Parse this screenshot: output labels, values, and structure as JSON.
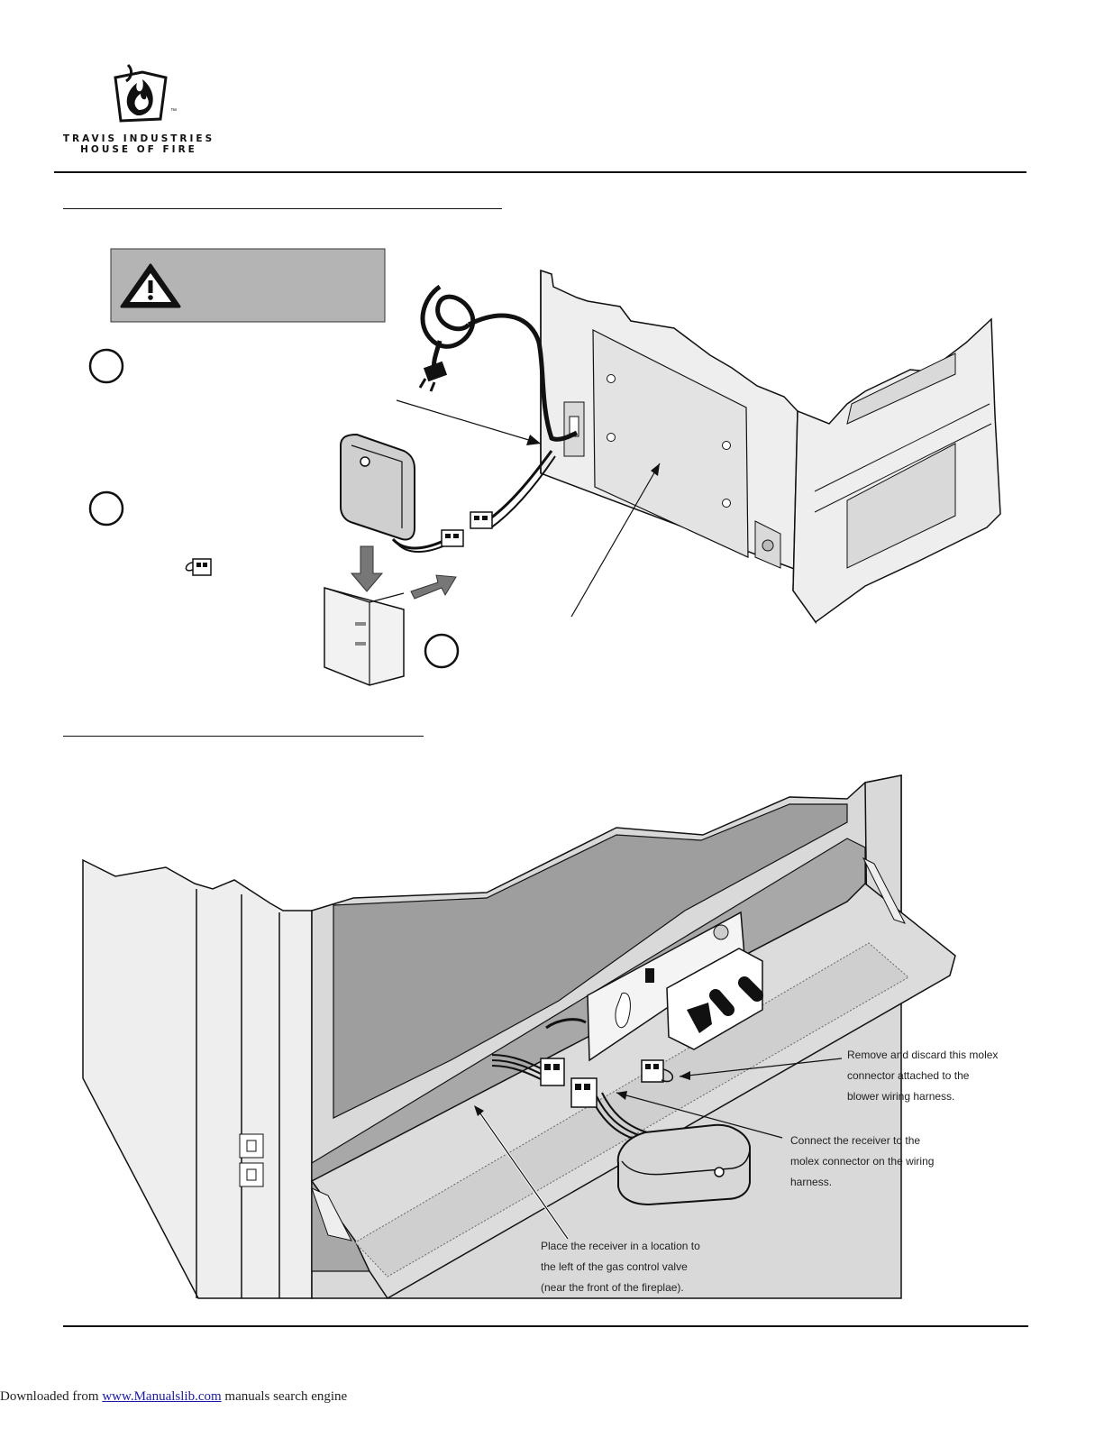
{
  "brand": {
    "name_line1": "TRAVIS INDUSTRIES",
    "name_line2": "HOUSE OF FIRE",
    "trademark": "™"
  },
  "figure_bottom": {
    "callouts": [
      {
        "lines": [
          "Remove and discard this molex",
          "connector attached to the",
          "blower wiring harness."
        ]
      },
      {
        "lines": [
          "Connect the receiver to the",
          "molex connector on the wiring",
          "harness."
        ]
      },
      {
        "lines": [
          "Place the receiver in a location to",
          "the left of the gas control valve",
          "(near the front of the fireplae)."
        ]
      }
    ]
  },
  "footer": {
    "prefix": "Downloaded from ",
    "link_text": "www.Manualslib.com",
    "suffix": " manuals search engine"
  },
  "colors": {
    "rule": "#111111",
    "warning_box": "#b4b4b4",
    "panel_light": "#eeeeee",
    "panel_mid": "#d9d9d9",
    "panel_dark": "#9e9e9e",
    "link": "#1a1aa6"
  }
}
